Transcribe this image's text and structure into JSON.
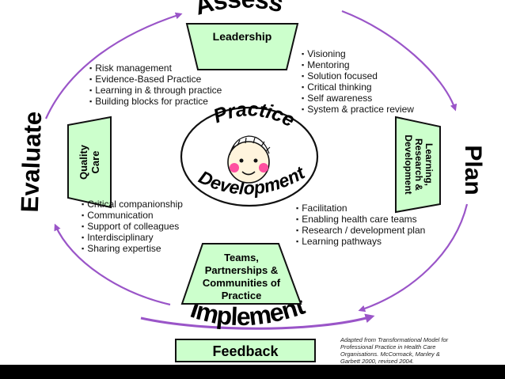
{
  "stages": {
    "assess": "Assess",
    "plan": "Plan",
    "implement": "Implement",
    "evaluate": "Evaluate"
  },
  "boxes": {
    "leadership": "Leadership",
    "learning": [
      "Learning,",
      "Research &",
      "Development"
    ],
    "teams": [
      "Teams,",
      "Partnerships &",
      "Communities of",
      "Practice"
    ],
    "quality": [
      "Quality",
      "Care"
    ],
    "feedback": "Feedback"
  },
  "center": {
    "top_word": "Practice",
    "bottom_word": "Development"
  },
  "lists": {
    "top_left": [
      "Risk management",
      "Evidence-Based Practice",
      "Learning in & through practice",
      "Building blocks for practice"
    ],
    "top_right": [
      "Visioning",
      "Mentoring",
      "Solution focused",
      "Critical thinking",
      "Self awareness",
      "System & practice review"
    ],
    "bottom_left": [
      "Critical companionship",
      "Communication",
      "Support of colleagues",
      "Interdisciplinary",
      "Sharing expertise"
    ],
    "bottom_right": [
      "Facilitation",
      "Enabling health care teams",
      "Research / development plan",
      "Learning pathways"
    ]
  },
  "credit": [
    "Adapted from Transformational Model for",
    "Professional Practice in Health Care",
    "Organisations. McCormack, Manley &",
    "Garbett 2000, revised 2004."
  ],
  "colors": {
    "box_fill": "#ccffcc",
    "box_stroke": "#111111",
    "arrow": "#9a55c8",
    "face_cheek": "#ff4fa0"
  }
}
